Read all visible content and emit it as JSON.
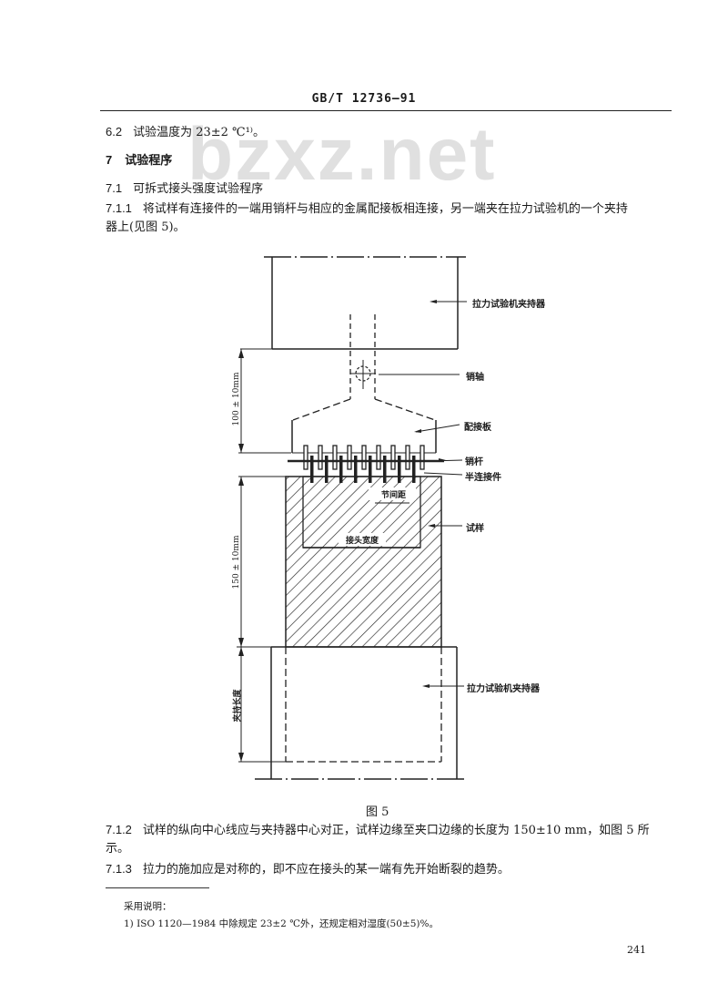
{
  "header": {
    "standard_code": "GB/T 12736—91"
  },
  "watermark": "bzxz.net",
  "sections": {
    "s6_2": {
      "number": "6.2",
      "text": "试验温度为 23±2 ℃¹⁾。"
    },
    "s7": {
      "number": "7",
      "title": "试验程序"
    },
    "s7_1": {
      "number": "7.1",
      "title": "可拆式接头强度试验程序"
    },
    "s7_1_1": {
      "number": "7.1.1",
      "line1": "将试样有连接件的一端用销杆与相应的金属配接板相连接，另一端夹在拉力试验机的一个夹持",
      "line2": "器上(见图 5)。"
    },
    "s7_1_2": {
      "number": "7.1.2",
      "line1": "试样的纵向中心线应与夹持器中心对正，试样边缘至夹口边缘的长度为 150±10 mm，如图 5 所",
      "line2": "示。"
    },
    "s7_1_3": {
      "number": "7.1.3",
      "text": "拉力的施加应是对称的，即不应在接头的某一端有先开始断裂的趋势。"
    }
  },
  "figure": {
    "caption": "图 5",
    "labels": {
      "upper_clamp": "拉力试验机夹持器",
      "pin_shaft": "销轴",
      "adapter_plate": "配接板",
      "pin_rod": "销杆",
      "half_connector": "半连接件",
      "pitch": "节间距",
      "specimen": "试样",
      "joint_width": "接头宽度",
      "lower_clamp": "拉力试验机夹持器",
      "dim_upper": "100 ± 10mm",
      "dim_middle": "150 ± 10mm",
      "dim_clamp_length": "夹持长度"
    }
  },
  "footnote": {
    "heading": "采用说明：",
    "note1": "1) ISO 1120—1984 中除规定 23±2 ℃外，还规定相对湿度(50±5)%。"
  },
  "page_number": "241"
}
